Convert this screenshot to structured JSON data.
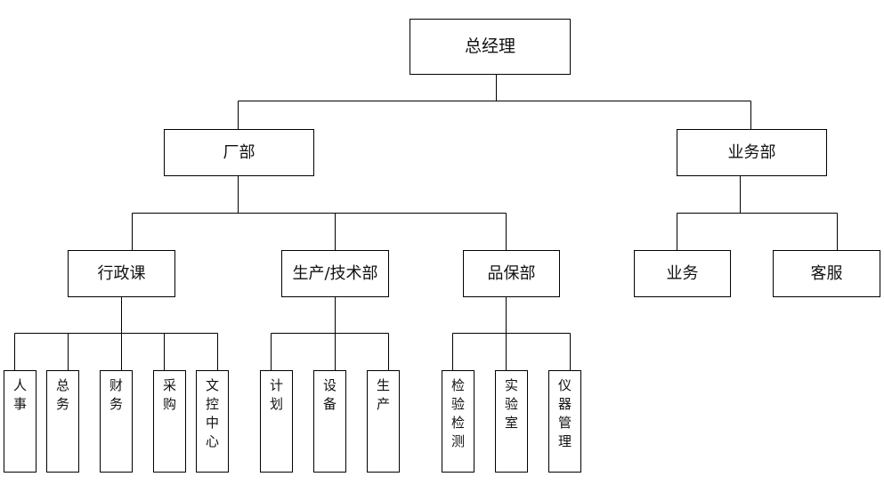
{
  "org_chart": {
    "root": "总经理",
    "factory": {
      "label": "厂部",
      "admin": {
        "label": "行政课",
        "items": [
          "人事",
          "总务",
          "财务",
          "采购",
          "文控中心"
        ]
      },
      "production": {
        "label": "生产/技术部",
        "items": [
          "计划",
          "设备",
          "生产"
        ]
      },
      "quality": {
        "label": "品保部",
        "items": [
          "检验检测",
          "实验室",
          "仪器管理"
        ]
      }
    },
    "business": {
      "label": "业务部",
      "items": [
        "业务",
        "客服"
      ]
    }
  }
}
